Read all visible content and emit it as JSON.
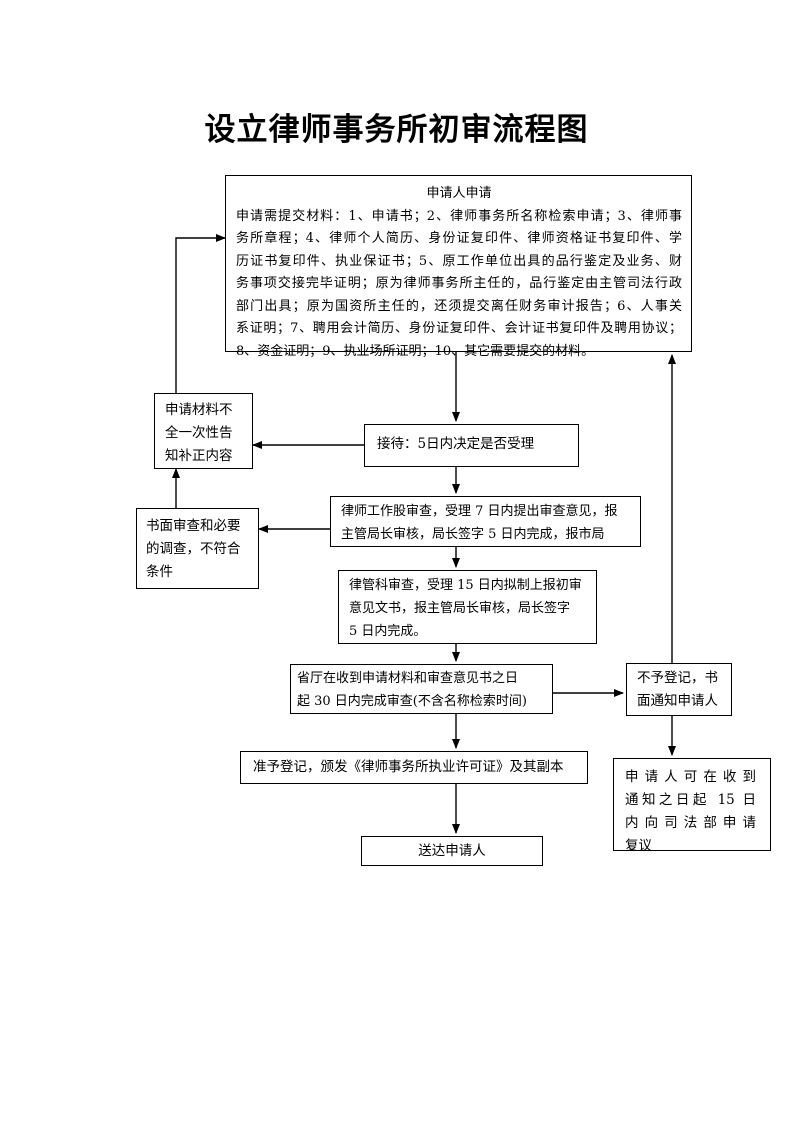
{
  "title": "设立律师事务所初审流程图",
  "nodes": {
    "apply_title": "申请人申请",
    "apply_lines": [
      "申请需提交材料：1、申请书；2、律师事务所名称检索申请；3、律师事",
      "务所章程；4、律师个人简历、身份证复印件、律师资格证书复印件、学",
      "历证书复印件、执业保证书；5、原工作单位出具的品行鉴定及业务、财",
      "务事项交接完毕证明；原为律师事务所主任的，品行鉴定由主管司法行政",
      "部门出具；原为国资所主任的，还须提交离任财务审计报告；6、人事关",
      "系证明；7、聘用会计简历、身份证复印件、会计证书复印件及聘用协议；",
      "8、资金证明；9、执业场所证明；10、其它需要提交的材料。"
    ],
    "incomplete_lines": [
      "申请材料不",
      "全一次性告",
      "知补正内容"
    ],
    "reception": "接待：5日内决定是否受理",
    "review_fail_lines": [
      "书面审查和必要",
      "的调查，不符合",
      "条件"
    ],
    "work_unit_lines": [
      "律师工作股审查，受理 7 日内提出审查意见，报",
      "主管局长审核，局长签字 5 日内完成，报市局"
    ],
    "lawyer_dept_lines": [
      "律管科审查，受理 15 日内拟制上报初审",
      "意见文书，报主管局长审核，局长签字",
      "5 日内完成。"
    ],
    "province_lines": [
      "省厅在收到申请材料和审查意见书之日",
      "起 30 日内完成审查(不含名称检索时间)"
    ],
    "no_register_lines": [
      "不予登记，书",
      "面通知申请人"
    ],
    "approve": "准予登记，颁发《律师事务所执业许可证》及其副本",
    "deliver": "送达申请人",
    "reconsider_lines": [
      "申请人可在收到",
      "通知之日起 15 日",
      "内向司法部申请",
      "复议"
    ]
  }
}
